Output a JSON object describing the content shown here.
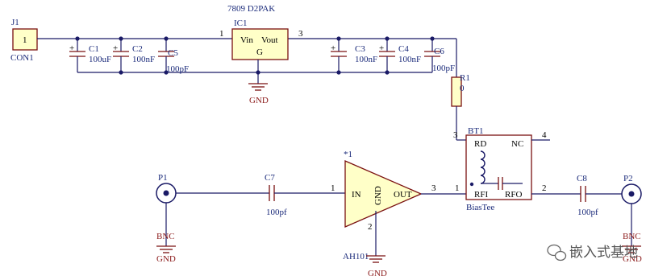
{
  "regulator": {
    "part_value": "7809 D2PAK",
    "designator": "IC1",
    "vin": "Vin",
    "vout": "Vout",
    "pin_in": "1",
    "pin_out": "3",
    "gnd_symbol": "G"
  },
  "connector": {
    "designator": "J1",
    "pin": "1",
    "name": "CON1"
  },
  "capacitors": {
    "c1": {
      "name": "C1",
      "value": "100uF"
    },
    "c2": {
      "name": "C2",
      "value": "100nF"
    },
    "c5": {
      "name": "C5",
      "value": "100pF"
    },
    "c3": {
      "name": "C3",
      "value": "100nF"
    },
    "c4": {
      "name": "C4",
      "value": "100nF"
    },
    "c6": {
      "name": "C6",
      "value": "100pF"
    },
    "c7": {
      "name": "C7",
      "value": "100pf"
    },
    "c8": {
      "name": "C8",
      "value": "100pf"
    }
  },
  "resistor": {
    "name": "R1",
    "value": "0"
  },
  "gnd_label": "GND",
  "bias_tee": {
    "designator": "BT1",
    "rd": "RD",
    "nc": "NC",
    "rfi": "RFI",
    "rfo": "RFO",
    "type": "BiasTee",
    "pin1": "1",
    "pin2": "2",
    "pin3": "3",
    "pin4": "4"
  },
  "amplifier": {
    "designator": "*1",
    "in": "IN",
    "gnd": "GND",
    "out": "OUT",
    "pin_in": "1",
    "pin_out": "3",
    "pin_gnd": "2",
    "part": "AH101"
  },
  "port1": {
    "name": "P1",
    "type": "BNC"
  },
  "port2": {
    "name": "P2",
    "type": "BNC"
  },
  "pin_one": "1",
  "watermark": "嵌入式基地"
}
